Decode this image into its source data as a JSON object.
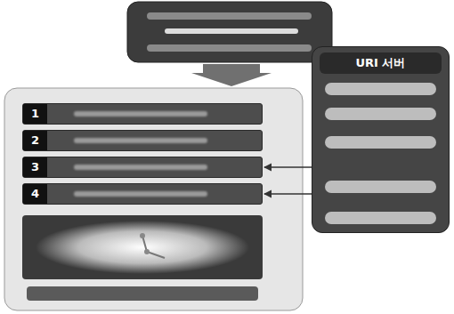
{
  "diagram": {
    "nodes": [
      {
        "text": [
          "1"
        ]
      },
      {
        "text": [
          "2"
        ]
      },
      {
        "text": [
          "3"
        ]
      },
      {
        "text": [
          "4"
        ]
      },
      {
        "text": [
          "URI 서버"
        ]
      }
    ],
    "edges": [
      {
        "from": 4,
        "to": 2,
        "arrow": "to"
      },
      {
        "from": 4,
        "to": 3,
        "arrow": "to"
      }
    ]
  }
}
